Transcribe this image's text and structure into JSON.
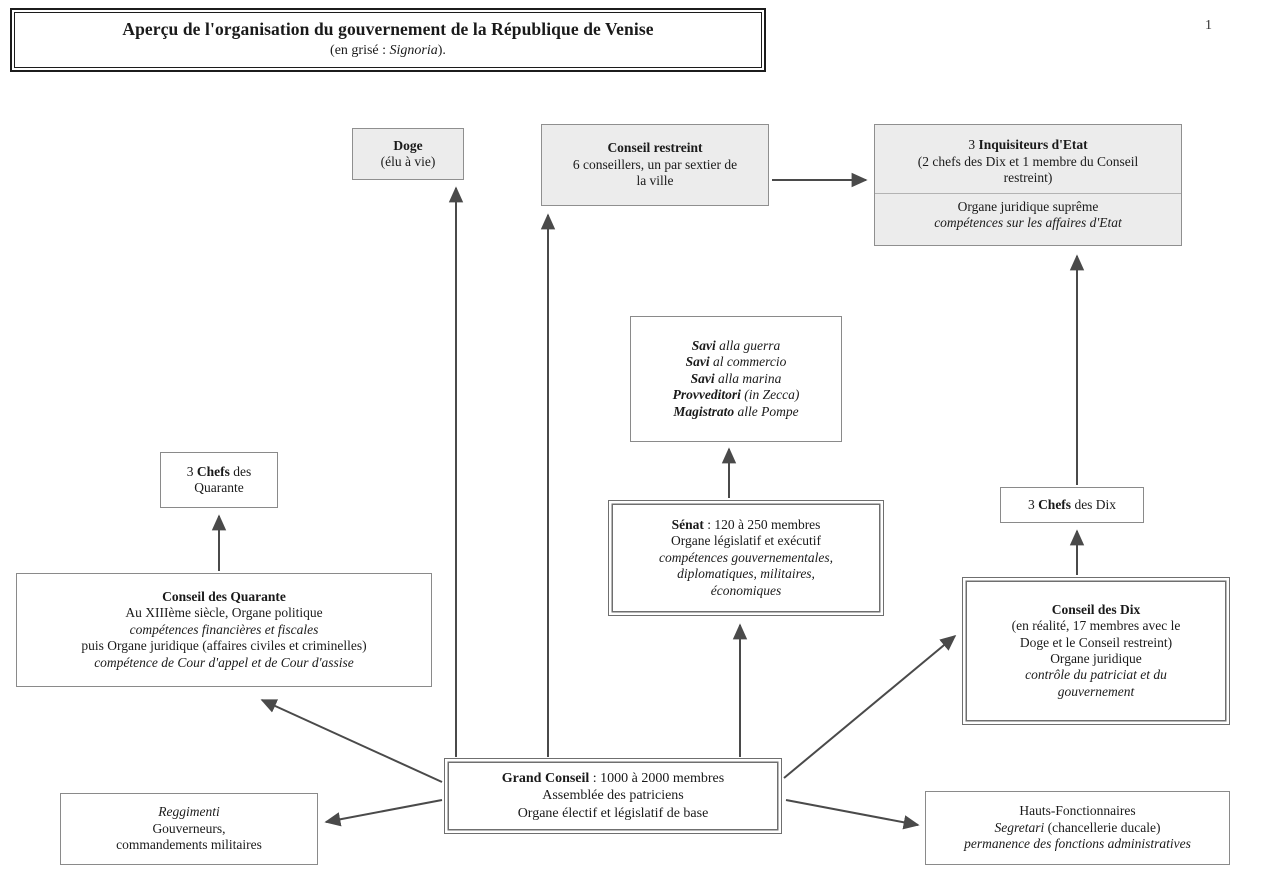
{
  "page": {
    "number": "1",
    "title_main": "Aperçu de l'organisation du gouvernement de la République de Venise",
    "title_sub_prefix": "(en grisé : ",
    "title_sub_italic": "Signoria",
    "title_sub_suffix": ")."
  },
  "nodes": {
    "doge": {
      "name": "Doge",
      "line2": "(élu à vie)"
    },
    "conseil_restreint": {
      "title": "Conseil restreint",
      "line2": "6 conseillers, un par sextier de",
      "line3": "la ville"
    },
    "inquisiteurs": {
      "count": "3 ",
      "title": "Inquisiteurs d'Etat",
      "line2": "(2 chefs des Dix et 1 membre du Conseil",
      "line3": "restreint)",
      "line4": "Organe juridique  suprême",
      "line5": "compétences sur les affaires d'Etat"
    },
    "savi": {
      "items": [
        {
          "bold": "Savi",
          "rest": " alla guerra"
        },
        {
          "bold": "Savi",
          "rest": " al commercio"
        },
        {
          "bold": "Savi",
          "rest": " alla marina"
        },
        {
          "bold": "Provveditori",
          "rest": " (in Zecca)"
        },
        {
          "bold": "Magistrato",
          "rest": " alle Pompe"
        }
      ]
    },
    "senat": {
      "title": "Sénat",
      "title_rest": " : 120 à 250 membres",
      "line2": "Organe législatif et exécutif",
      "line3": "compétences gouvernementales,",
      "line4": "diplomatiques, militaires,",
      "line5": "économiques"
    },
    "chefs_quarante": {
      "pre": "3 ",
      "bold": "Chefs",
      "post": " des",
      "line2": "Quarante"
    },
    "chefs_dix": {
      "pre": "3 ",
      "bold": "Chefs",
      "post": " des Dix"
    },
    "conseil_quarante": {
      "title": "Conseil des Quarante",
      "line2": "Au XIIIème siècle, Organe politique",
      "line3": "compétences financières et fiscales",
      "line4": "puis Organe juridique (affaires civiles et criminelles)",
      "line5": "compétence de Cour d'appel et de Cour d'assise"
    },
    "conseil_dix": {
      "title": "Conseil des Dix",
      "line2": "(en réalité, 17 membres avec le",
      "line3": "Doge et le Conseil restreint)",
      "line4": "Organe juridique",
      "line5": "contrôle du patriciat et du",
      "line6": "gouvernement"
    },
    "grand_conseil": {
      "title": "Grand Conseil",
      "title_rest": " : 1000 à 2000 membres",
      "line2": "Assemblée des patriciens",
      "line3": "Organe électif et législatif de base"
    },
    "reggimenti": {
      "title_italic": "Reggimenti",
      "line2": "Gouverneurs,",
      "line3": "commandements militaires"
    },
    "hauts_fonctionnaires": {
      "title": "Hauts-Fonctionnaires",
      "line2_italic": "Segretari",
      "line2_rest": " (chancellerie ducale)",
      "line3": "permanence des fonctions administratives"
    }
  },
  "style": {
    "grey_fill": "#ececec",
    "border": "#8a8a8a",
    "arrow": "#4a4a4a",
    "text": "#1a1a1a"
  }
}
